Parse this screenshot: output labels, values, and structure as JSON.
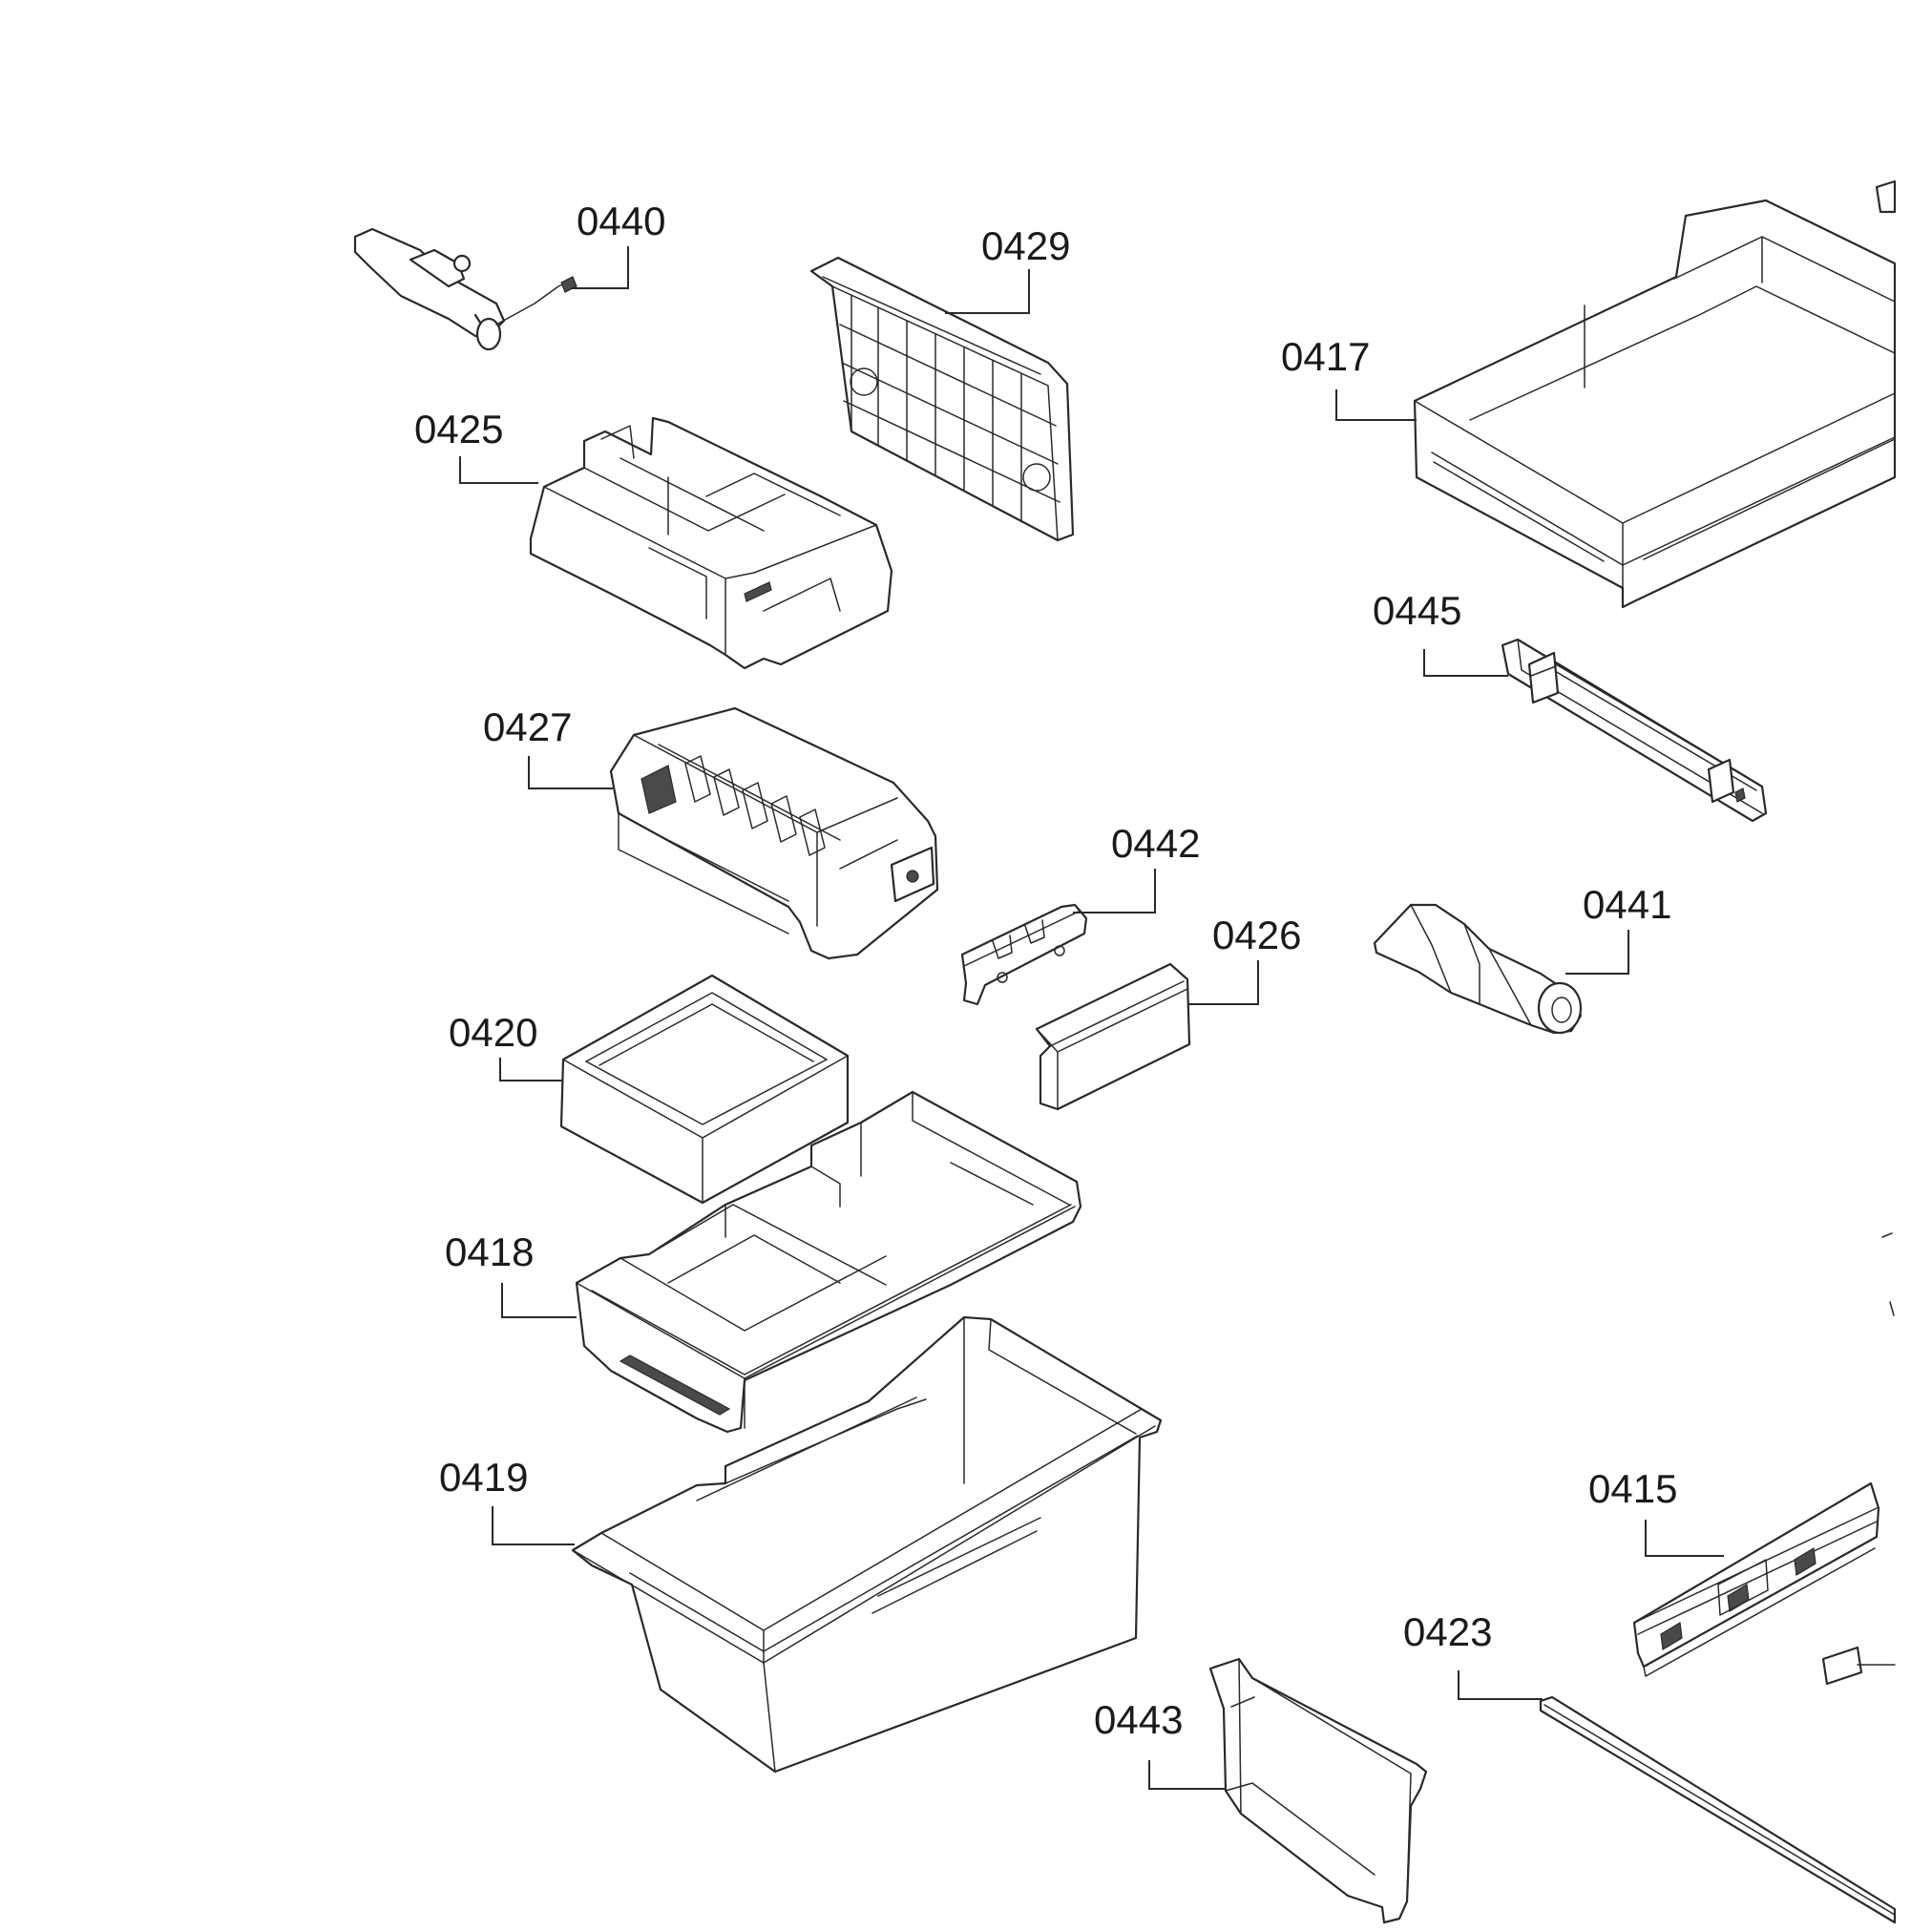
{
  "parts": [
    {
      "id": "0440"
    },
    {
      "id": "0429"
    },
    {
      "id": "0417"
    },
    {
      "id": "0425"
    },
    {
      "id": "0445"
    },
    {
      "id": "0427"
    },
    {
      "id": "0442"
    },
    {
      "id": "0426"
    },
    {
      "id": "0441"
    },
    {
      "id": "0420"
    },
    {
      "id": "0418"
    },
    {
      "id": "0419"
    },
    {
      "id": "0415"
    },
    {
      "id": "0423"
    },
    {
      "id": "0443"
    }
  ],
  "colors": {
    "line": "#2a2a2a",
    "background": "#ffffff"
  }
}
